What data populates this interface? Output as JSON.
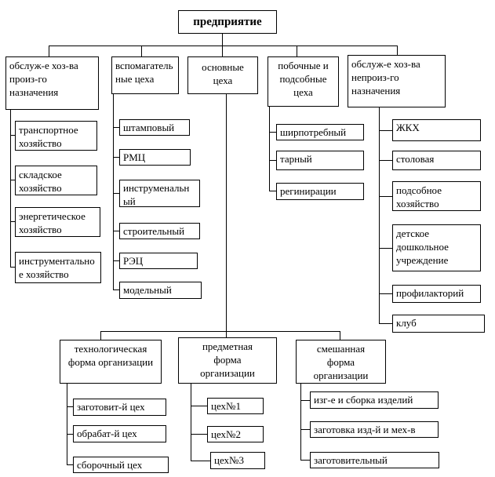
{
  "diagram": {
    "root": "предприятие",
    "branches": [
      {
        "label": "обслуж-е хоз-ва произ-го назначения",
        "children": [
          "транспортное хозяйство",
          "складское хозяйство",
          "энергетическое хозяйство",
          "инструментальное хозяйство"
        ]
      },
      {
        "label": "вспомагательные цеха",
        "children": [
          "штамповый",
          "РМЦ",
          "инструменальный",
          "строительный",
          "РЭЦ",
          "модельный"
        ]
      },
      {
        "label": "основные цеха",
        "children": []
      },
      {
        "label": "побочные и подсобные цеха",
        "children": [
          "ширпотребный",
          "тарный",
          "регинирации"
        ]
      },
      {
        "label": "обслуж-е хоз-ва непроиз-го назначения",
        "children": [
          "ЖКХ",
          "столовая",
          "подсобное хозяйство",
          "детское дошкольное учреждение",
          "профилакторий",
          "клуб"
        ]
      }
    ],
    "forms": [
      {
        "label": "технологическая форма организации",
        "children": [
          "заготовит-й цех",
          "обрабат-й цех",
          "сборочный цех"
        ]
      },
      {
        "label": "предметная форма организации",
        "children": [
          "цех№1",
          "цех№2",
          "цех№3"
        ]
      },
      {
        "label": "смешанная форма организации",
        "children": [
          "изг-е и сборка изделий",
          "заготовка изд-й и мех-в",
          "заготовительный"
        ]
      }
    ],
    "colors": {
      "line": "#000000",
      "box_background": "#ffffff",
      "text": "#000000"
    }
  }
}
